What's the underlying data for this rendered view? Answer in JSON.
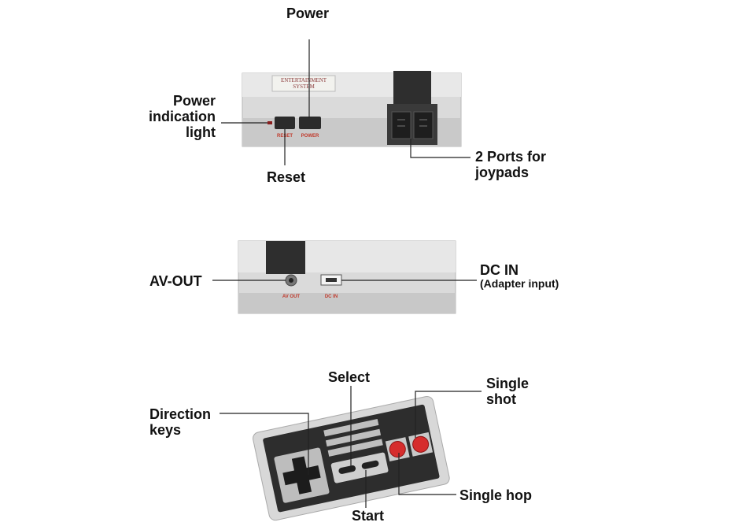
{
  "console_front": {
    "badge": [
      "ENTERTAINMENT",
      "SYSTEM"
    ],
    "reset_print": "RESET",
    "power_print": "POWER"
  },
  "console_back": {
    "av_print": "AV OUT",
    "dc_print": "DC IN"
  },
  "labels": {
    "power": "Power",
    "power_indication_light": [
      "Power",
      "indication",
      "light"
    ],
    "reset": "Reset",
    "ports": [
      "2 Ports for",
      "joypads"
    ],
    "av_out": "AV-OUT",
    "dc_in": "DC IN",
    "dc_in_sub": "(Adapter input)",
    "select": "Select",
    "single_shot": [
      "Single",
      "shot"
    ],
    "direction_keys": [
      "Direction",
      "keys"
    ],
    "single_hop": "Single hop",
    "start": "Start"
  },
  "colors": {
    "body_light": "#dcdcdc",
    "body_dark": "#3a3a3a",
    "button_red": "#d62c2c",
    "print_red": "#c0392b",
    "leader_line": "#222222"
  }
}
